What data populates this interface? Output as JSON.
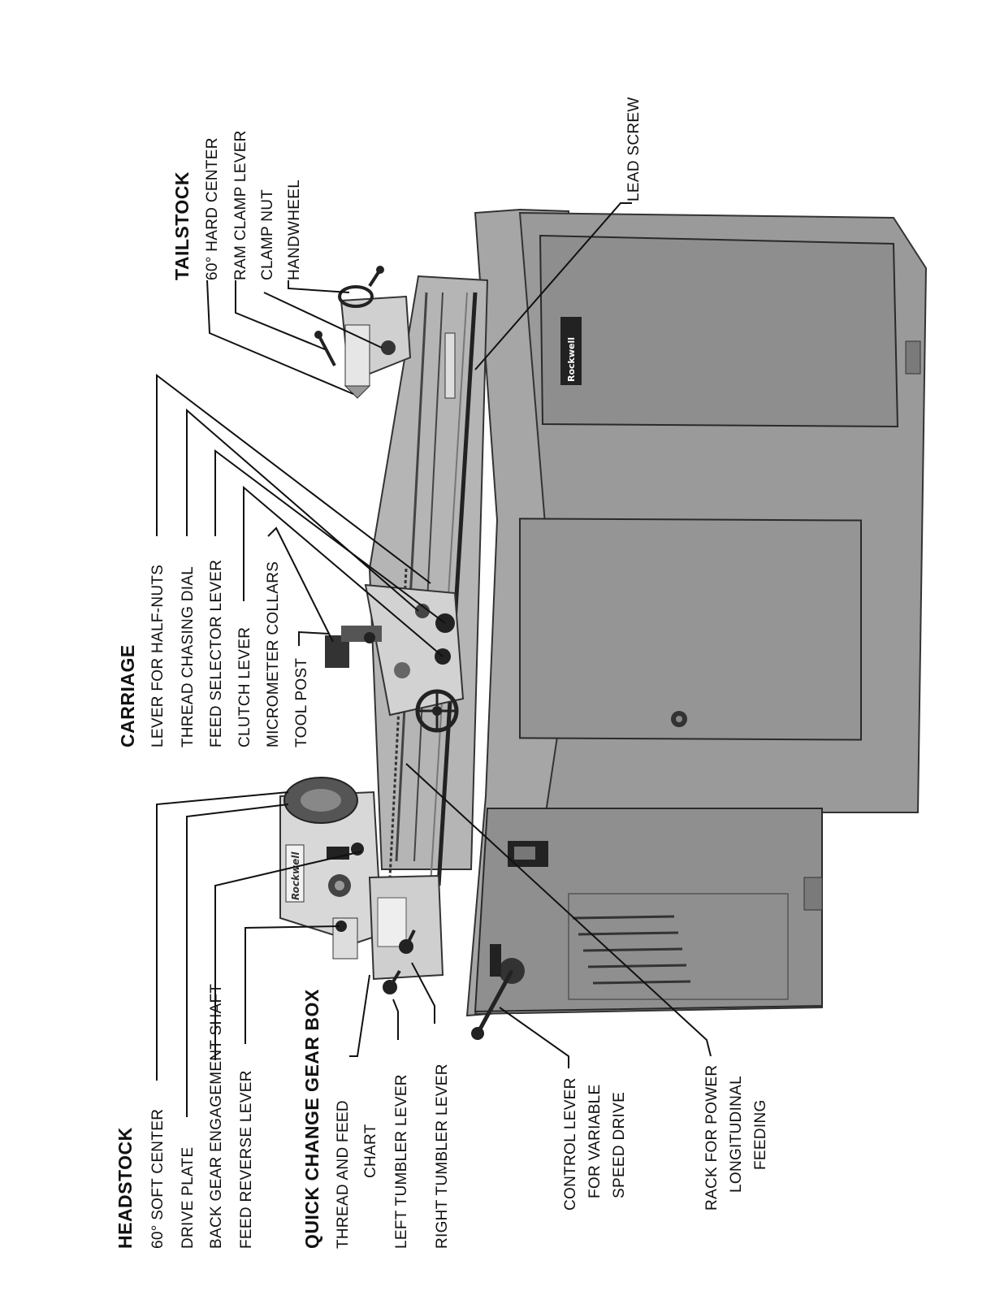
{
  "groups": {
    "headstock": {
      "title": "HEADSTOCK",
      "items": [
        "60° SOFT CENTER",
        "DRIVE PLATE",
        "BACK GEAR ENGAGEMENT SHAFT",
        "FEED REVERSE LEVER"
      ]
    },
    "quick_change": {
      "title": "QUICK CHANGE GEAR BOX",
      "items": [
        "THREAD AND FEED",
        "CHART",
        "LEFT TUMBLER LEVER",
        "RIGHT TUMBLER LEVER"
      ]
    },
    "carriage": {
      "title": "CARRIAGE",
      "items": [
        "LEVER FOR HALF-NUTS",
        "THREAD CHASING DIAL",
        "FEED SELECTOR LEVER",
        "CLUTCH LEVER",
        "MICROMETER COLLARS",
        "TOOL POST"
      ]
    },
    "tailstock": {
      "title": "TAILSTOCK",
      "items": [
        "60° HARD CENTER",
        "RAM CLAMP LEVER",
        "CLAMP NUT",
        "HANDWHEEL"
      ]
    },
    "control_lever": {
      "lines": [
        "CONTROL LEVER",
        "FOR VARIABLE",
        "SPEED DRIVE"
      ]
    },
    "rack": {
      "lines": [
        "RACK FOR POWER",
        "LONGITUDINAL",
        "FEEDING"
      ]
    },
    "lead_screw": "LEAD SCREW"
  },
  "brand": {
    "name": "Rockwell"
  },
  "colors": {
    "cabinet": "#9a9a9a",
    "cabinet_dark": "#6e6e6e",
    "cabinet_light": "#b8b8b8",
    "ink": "#111111"
  }
}
